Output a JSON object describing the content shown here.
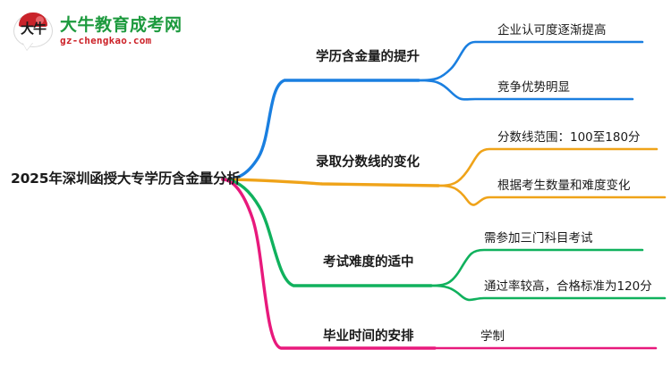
{
  "logo": {
    "mark_text": "大牛",
    "title": "大牛教育成考网",
    "subtitle": "gz-chengkao.com",
    "brand_green": "#1d9a3e",
    "brand_red": "#cc2127"
  },
  "mindmap": {
    "root": {
      "label": "2025年深圳函授大专学历含金量分析"
    },
    "branches": [
      {
        "label": "学历含金量的提升",
        "color": "#1a7fe0",
        "leaves": [
          {
            "label": "企业认可度逐渐提高"
          },
          {
            "label": "竞争优势明显"
          }
        ]
      },
      {
        "label": "录取分数线的变化",
        "color": "#efa319",
        "leaves": [
          {
            "label": "分数线范围：100至180分"
          },
          {
            "label": "根据考生数量和难度变化"
          }
        ]
      },
      {
        "label": "考试难度的适中",
        "color": "#10b15d",
        "leaves": [
          {
            "label": "需参加三门科目考试"
          },
          {
            "label": "通过率较高，合格标准为120分"
          }
        ]
      },
      {
        "label": "毕业时间的安排",
        "color": "#e8197c",
        "leaves": [
          {
            "label": "学制"
          }
        ]
      }
    ]
  }
}
